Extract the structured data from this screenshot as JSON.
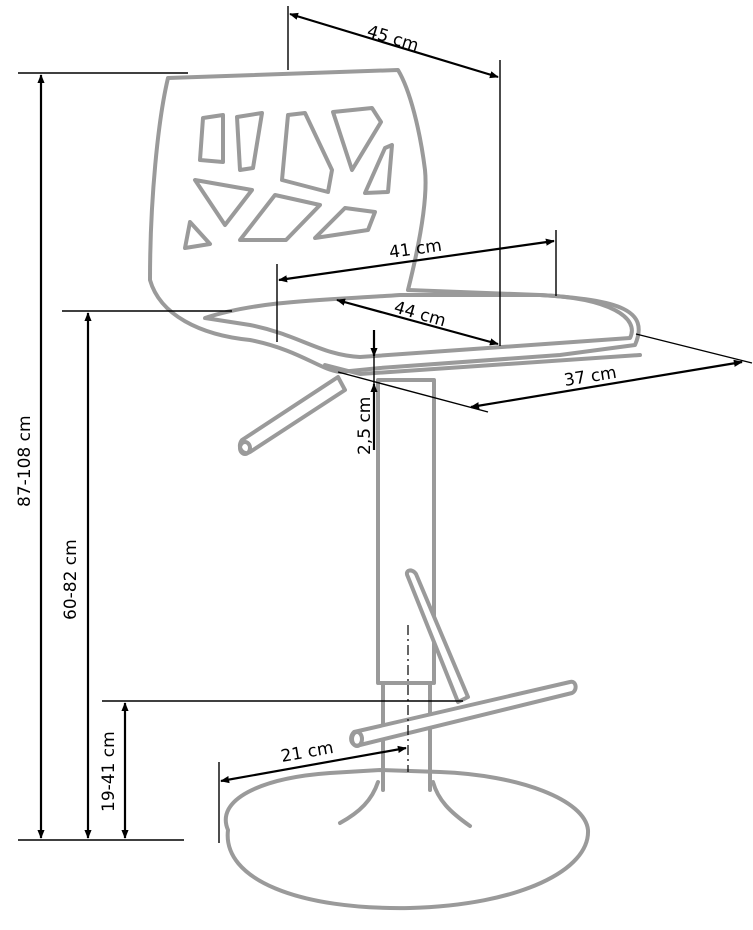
{
  "diagram": {
    "subject": "Bar stool dimension drawing",
    "colors": {
      "drawing": "#9a9a9a",
      "dimension_lines": "#000000",
      "background": "#ffffff"
    },
    "dimensions": {
      "backrest_depth": "45 cm",
      "seat_width": "41 cm",
      "seat_depth": "44 cm",
      "seat_thickness": "2,5 cm",
      "seat_side": "37 cm",
      "total_height": "87-108 cm",
      "seat_height": "60-82 cm",
      "footrest_height": "19-41 cm",
      "base_radius": "21 cm"
    }
  }
}
